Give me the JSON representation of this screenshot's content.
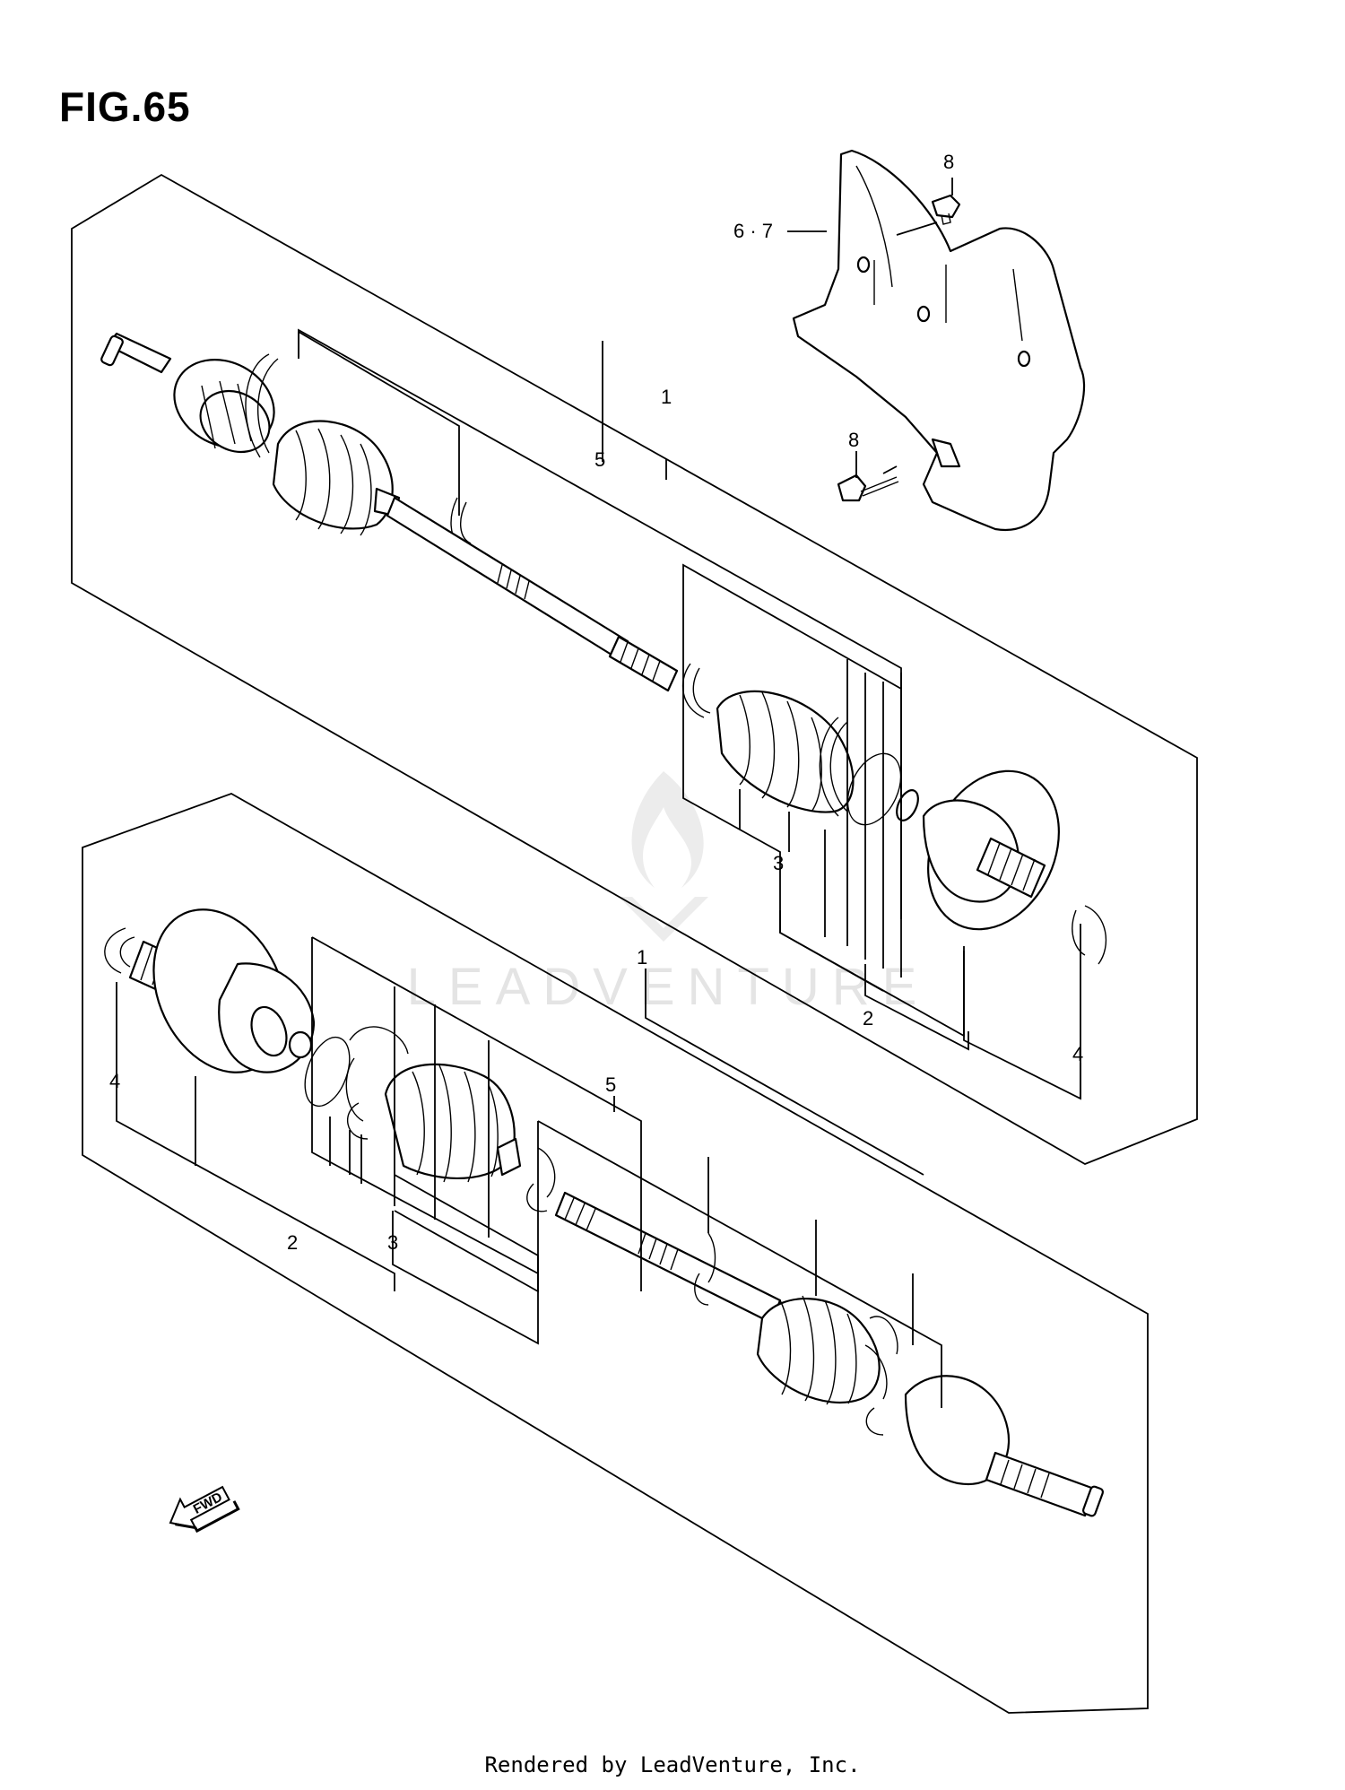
{
  "figure": {
    "title": "FIG.65"
  },
  "footer": {
    "text": "Rendered by LeadVenture, Inc."
  },
  "watermark": {
    "text": "LEADVENTURE"
  },
  "fwd_arrow": {
    "text": "FWD"
  },
  "callouts": {
    "c_6_7": "6 · 7",
    "c_8_top": "8",
    "c_8_bottom": "8",
    "top_1": "1",
    "top_5": "5",
    "top_3": "3",
    "top_2": "2",
    "top_4": "4",
    "bot_1": "1",
    "bot_5": "5",
    "bot_4": "4",
    "bot_2": "2",
    "bot_3": "3"
  }
}
